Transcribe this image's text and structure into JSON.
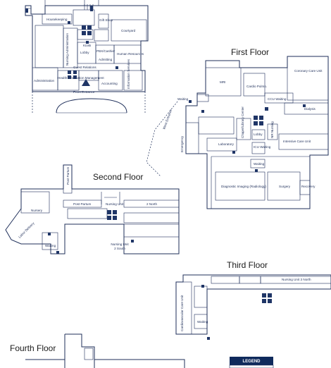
{
  "floors": {
    "first": "First Floor",
    "second": "Second Floor",
    "third": "Third Floor",
    "fourth": "Fourth Floor"
  },
  "ground_rooms": {
    "housekeeping": "Housekeeping",
    "courtyard": "Courtyard",
    "kiosk": "Kiosk",
    "lobby": "Lobby",
    "nursing_admin": "Nursing Administration",
    "pbx_cashier": "PBX/Cashier",
    "admitting": "Admitting",
    "human_resources": "Human Resources",
    "guest_relations": "Guest Relations",
    "administration": "Administration",
    "him": "Health Information Management",
    "accounting": "Accounting",
    "info_services": "Information Services",
    "front_entrance": "Front Entrance",
    "gift_shop": "Gift Shop"
  },
  "first_rooms": {
    "mri": "MRI",
    "cardio": "Cardio Pulmo.",
    "coronary": "Coronary Care Unit",
    "ccu_waiting": "CCU Waiting",
    "dialysis": "Dialysis",
    "waiting": "Waiting",
    "west_entrance": "West Entrance",
    "chapel": "Chapel/Library Center",
    "lobby": "Lobby",
    "laboratory": "Laboratory",
    "emergency": "Emergency",
    "icu_waiting": "ICU Waiting",
    "icu": "Intensive Care Unit",
    "waiting2": "Waiting",
    "diag": "Diagnostic Imaging (Radiology)",
    "surgery": "Surgery",
    "recovery": "Recovery",
    "nursing_x": "NR Nursing"
  },
  "second_rooms": {
    "post_partum_v": "Post Partum",
    "nursery": "Nursery",
    "post_partum": "Post Partum",
    "nursing_unit": "Nursing Unit",
    "two_north": "2 North",
    "labor_delivery": "Labor Delivery",
    "waiting": "Waiting",
    "nu_2south_a": "Nursing Unit",
    "nu_2south_b": "2 South"
  },
  "third_rooms": {
    "cardio_care": "Cardiovascular Care Unit",
    "nu_3north": "Nursing Unit 3 North",
    "waiting": "Waiting"
  },
  "legend": {
    "title": "LEGEND"
  }
}
